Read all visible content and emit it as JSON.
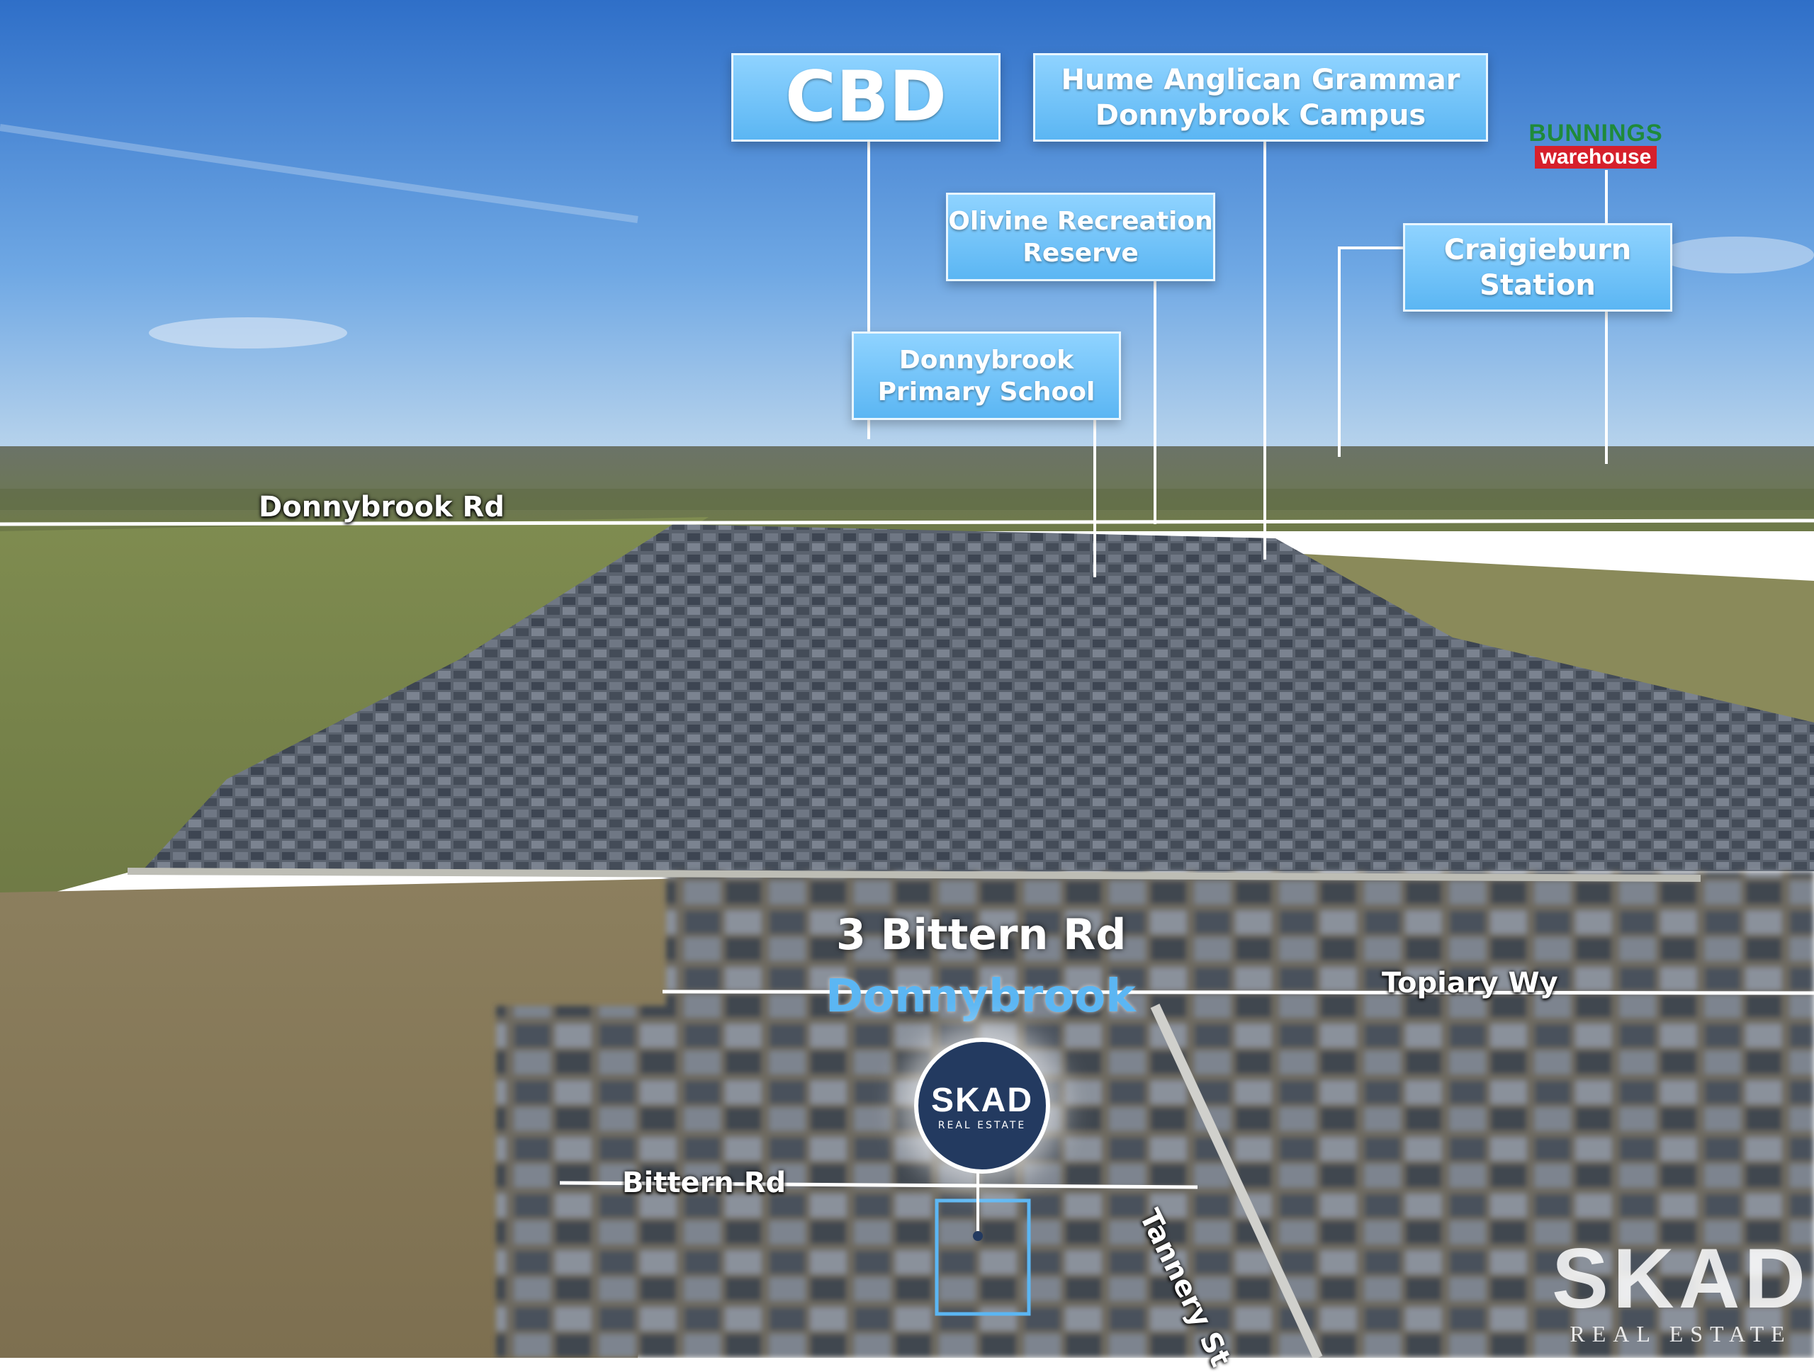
{
  "labels": {
    "cbd": "CBD",
    "hume_line1": "Hume Anglican Grammar",
    "hume_line2": "Donnybrook Campus",
    "olivine_line1": "Olivine Recreation",
    "olivine_line2": "Reserve",
    "craigieburn_line1": "Craigieburn",
    "craigieburn_line2": "Station",
    "primary_line1": "Donnybrook",
    "primary_line2": "Primary School"
  },
  "bunnings": {
    "top": "BUNNINGS",
    "bottom": "warehouse",
    "green": "#1f8a3a",
    "red": "#d6202c"
  },
  "roads": {
    "donnybrook_rd": "Donnybrook Rd",
    "topiary_wy": "Topiary Wy",
    "bittern_rd": "Bittern Rd",
    "tannery_st": "Tannery St"
  },
  "property": {
    "address": "3 Bittern Rd",
    "suburb": "Donnybrook"
  },
  "branding": {
    "badge_name": "SKAD",
    "badge_sub": "REAL ESTATE",
    "watermark_name": "SKAD",
    "watermark_sub": "REAL ESTATE",
    "badge_color": "#233a60"
  },
  "colors": {
    "label_blue": "#5bb6f3",
    "sky": "#3f84d6",
    "grass": "#8a8f55"
  }
}
